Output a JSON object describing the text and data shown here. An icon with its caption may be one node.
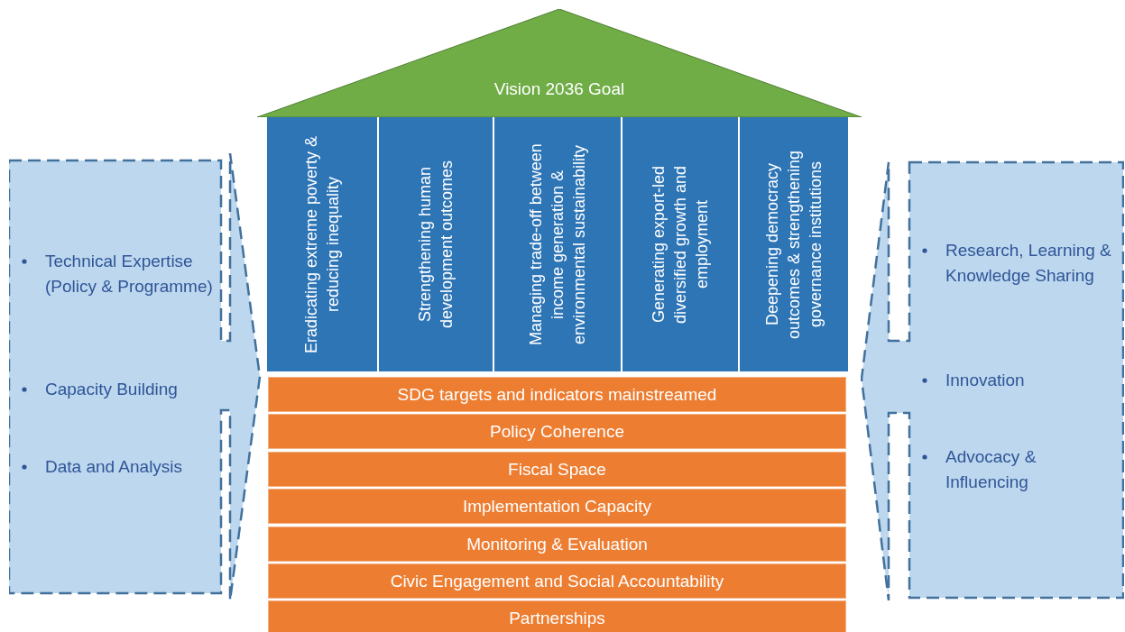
{
  "diagram": {
    "nodes": [
      {
        "text": [
          "Vision 2036 Goal"
        ]
      },
      {
        "text": [
          "Eradicating extreme poverty & reducing inequality"
        ]
      },
      {
        "text": [
          "Strengthening human development outcomes"
        ]
      },
      {
        "text": [
          "Managing trade-off between income generation & environmental sustainability"
        ]
      },
      {
        "text": [
          "Generating export-led diversified growth and employment"
        ]
      },
      {
        "text": [
          "Deepening democracy outcomes & strengthening governance institutions"
        ]
      },
      {
        "text": [
          "SDG targets and indicators mainstreamed"
        ]
      },
      {
        "text": [
          "Policy Coherence"
        ]
      },
      {
        "text": [
          "Fiscal Space"
        ]
      },
      {
        "text": [
          "Implementation Capacity"
        ]
      },
      {
        "text": [
          "Monitoring & Evaluation"
        ]
      },
      {
        "text": [
          "Civic Engagement and Social Accountability"
        ]
      },
      {
        "text": [
          "Partnerships"
        ]
      },
      {
        "text": [
          "Technical Expertise (Policy & Programme)",
          "Capacity Building",
          "Data and Analysis"
        ]
      },
      {
        "text": [
          "Research, Learning & Knowledge Sharing",
          "Innovation",
          "Advocacy & Influencing"
        ]
      }
    ],
    "edges": []
  }
}
